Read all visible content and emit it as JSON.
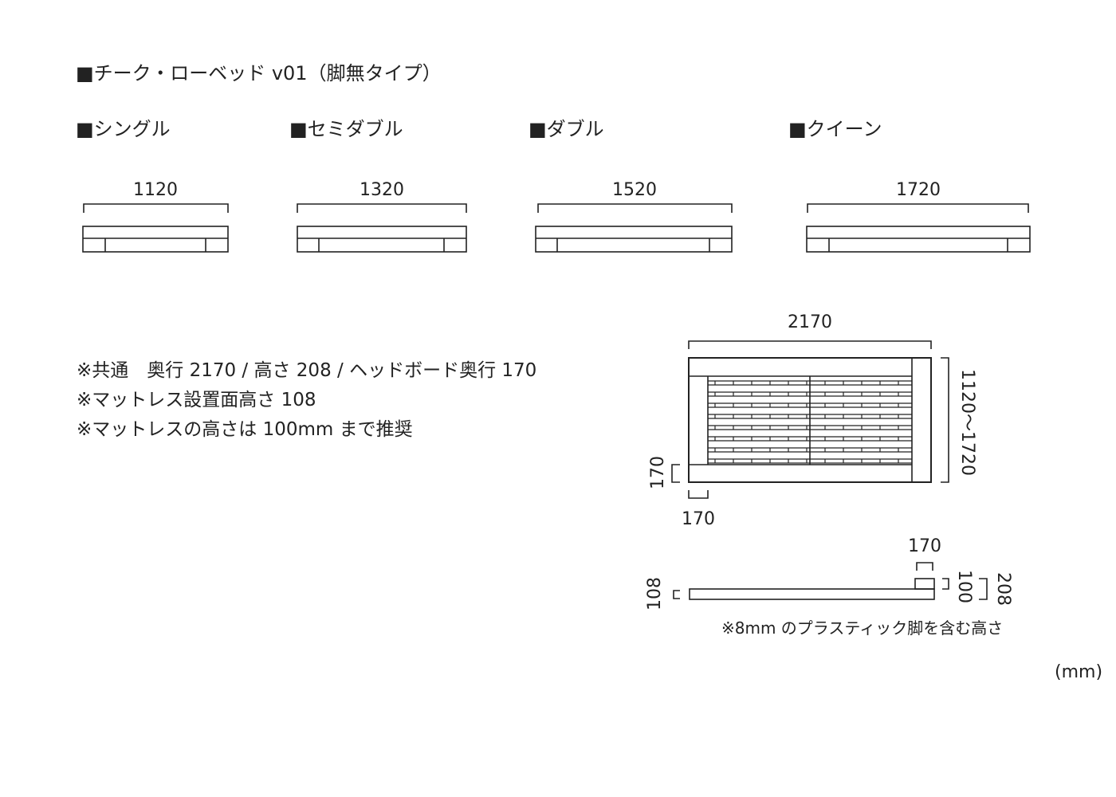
{
  "title": "■チーク・ローベッド v01（脚無タイプ）",
  "sizes": [
    {
      "label": "■シングル",
      "width": "1120"
    },
    {
      "label": "■セミダブル",
      "width": "1320"
    },
    {
      "label": "■ダブル",
      "width": "1520"
    },
    {
      "label": "■クイーン",
      "width": "1720"
    }
  ],
  "notes": [
    "※共通　奥行 2170 / 高さ 208 / ヘッドボード奥行 170",
    "※マットレス設置面高さ 108",
    "※マットレスの高さは 100mm まで推奨"
  ],
  "plan": {
    "length": "2170",
    "width_range": "1120～1720",
    "rail_side": "170",
    "rail_bottom": "170"
  },
  "side": {
    "headboard_depth": "170",
    "height_mattress": "108",
    "headboard_above": "100",
    "total_height": "208",
    "footnote": "※8mm のプラスティック脚を含む高さ"
  },
  "unit": "(mm)"
}
